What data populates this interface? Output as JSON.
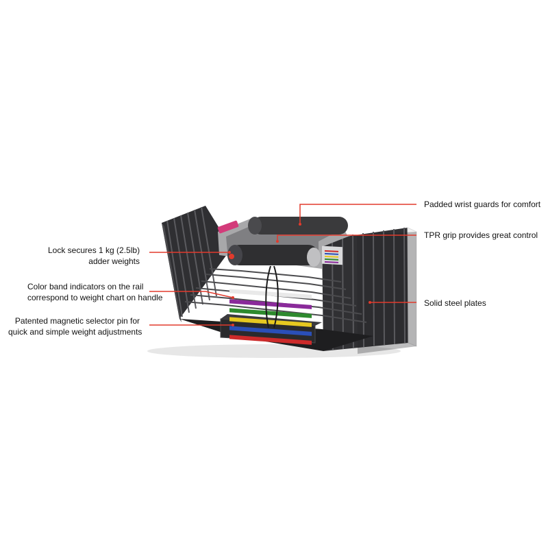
{
  "colors": {
    "accent_line": "#e23a2c",
    "plate_dark": "#2b2b2d",
    "plate_edge": "#4a4a4d",
    "handle_dark": "#3a3a3c",
    "frame_grey": "#a8a8aa",
    "band_colors": [
      "#e9e9e9",
      "#8a2a9a",
      "#2e8a2e",
      "#e6c820",
      "#2a4fb8",
      "#cc2a2a"
    ]
  },
  "callouts": {
    "lock": {
      "line1": "Lock secures 1 kg (2.5lb)",
      "line2": "adder weights"
    },
    "bands": {
      "line1": "Color band indicators on the rail",
      "line2": "correspond to weight chart on handle"
    },
    "pin": {
      "line1": "Patented magnetic selector pin for",
      "line2": "quick and simple weight adjustments"
    },
    "wrist": {
      "line1": "Padded wrist guards for comfort"
    },
    "grip": {
      "line1": "TPR grip provides great control"
    },
    "plates": {
      "line1": "Solid steel plates"
    }
  }
}
